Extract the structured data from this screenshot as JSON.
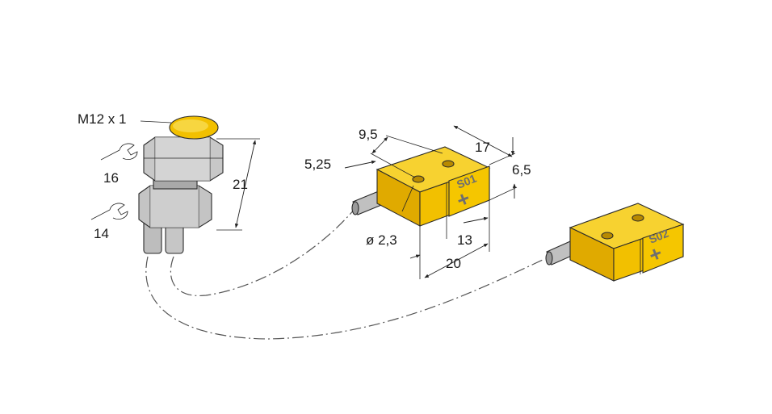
{
  "dimensions": {
    "thread": "M12 x 1",
    "wrench_upper": "16",
    "wrench_lower": "14",
    "connector_height": "21",
    "hole_spacing": "9,5",
    "offset": "5,25",
    "hole_diameter": "ø 2,3",
    "width_17": "17",
    "height_6_5": "6,5",
    "length_13": "13",
    "length_20": "20"
  },
  "labels": {
    "sensor1": "S01",
    "sensor2": "S02",
    "plus_symbol": "+"
  },
  "colors": {
    "housing_yellow": "#f2c000",
    "housing_shade": "#d9a800",
    "metal_light": "#d8d8d8",
    "metal_mid": "#b0b0b0",
    "metal_dark": "#8a8a8a"
  }
}
